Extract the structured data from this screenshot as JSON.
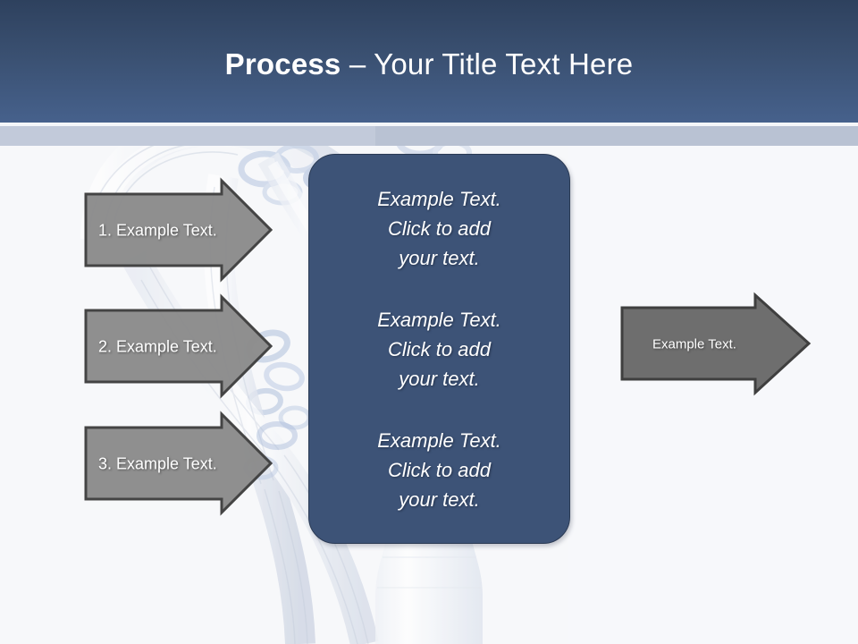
{
  "slide": {
    "title_bold": "Process",
    "title_rest": " – Your Title Text Here",
    "colors": {
      "header_top": "#2e415e",
      "header_bottom": "#46618c",
      "subband": "#b9c2d3",
      "panel_fill": "#3d5377",
      "panel_border": "#2a3a54",
      "arrow_left_fill": "#8c8c8c",
      "arrow_right_fill": "#6e6e6e",
      "arrow_border": "#3f3f3f",
      "background": "#f7f8fa",
      "text_light": "#ffffff"
    }
  },
  "steps": [
    {
      "label": "1.  Example Text."
    },
    {
      "label": "2. Example Text."
    },
    {
      "label": "3. Example Text."
    }
  ],
  "panel": {
    "blocks": [
      {
        "line1": "Example Text.",
        "line2": "Click  to add",
        "line3": "your text."
      },
      {
        "line1": "Example Text.",
        "line2": "Click  to add",
        "line3": "your text."
      },
      {
        "line1": "Example Text.",
        "line2": "Click  to add",
        "line3": "your text."
      }
    ]
  },
  "result": {
    "label": "Example Text."
  }
}
